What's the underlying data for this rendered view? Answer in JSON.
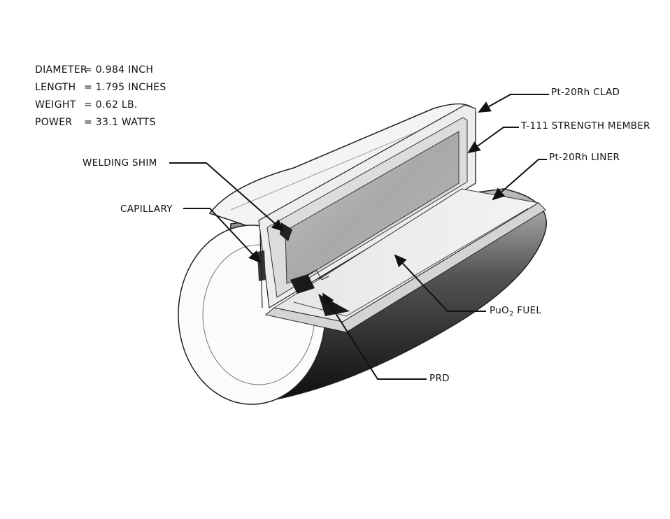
{
  "specs": [
    {
      "label": "DIAMETER",
      "value": "= 0.984 INCH"
    },
    {
      "label": "LENGTH",
      "value": "= 1.795 INCHES"
    },
    {
      "label": "WEIGHT",
      "value": "= 0.62 LB."
    },
    {
      "label": "POWER",
      "value": "= 33.1 WATTS"
    }
  ],
  "callouts": {
    "clad": "Pt-20Rh CLAD",
    "strength_member": "T-111 STRENGTH MEMBER",
    "liner": "Pt-20Rh LINER",
    "welding_shim": "WELDING SHIM",
    "capillary": "CAPILLARY",
    "fuel_prefix": "PuO",
    "fuel_sub": "2",
    "fuel_suffix": " FUEL",
    "prd": "PRD"
  }
}
